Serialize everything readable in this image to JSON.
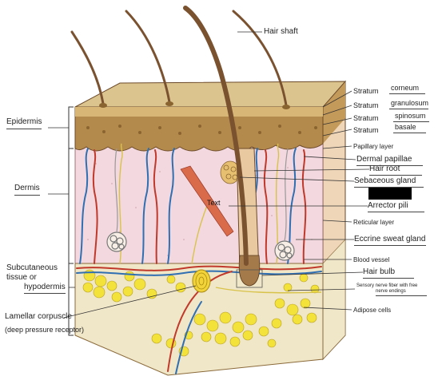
{
  "labels": {
    "hair_shaft": "Hair shaft",
    "epidermis": "Epidermis",
    "dermis": "Dermis",
    "subcutaneous_1": "Subcutaneous",
    "subcutaneous_2": "tissue or",
    "hypodermis": "hypodermis",
    "lamellar_corpuscle": "Lamellar corpuscle",
    "deep_pressure_receptor": "(deep pressure receptor)",
    "stratum_prefix": "Stratum",
    "corneum": "corneum",
    "granulosum": "granulosum",
    "spinosum": "spinosum",
    "basale": "basale",
    "papillary_layer": "Papillary layer",
    "dermal_papillae": "Dermal papillae",
    "hair_root": "Hair root",
    "sebaceous_gland": "Sebaceous gland",
    "arrector_pili": "Arrector pili",
    "reticular_layer": "Reticular layer",
    "eccrine_sweat_gland": "Eccrine sweat gland",
    "blood_vessel": "Blood vessel",
    "hair_bulb": "Hair bulb",
    "sensory_nerve_1": "Sensory nerve fiber with free",
    "sensory_nerve_2": "nerve endings",
    "adipose_cells": "Adipose cells",
    "inline_text": "Text"
  },
  "colors": {
    "epidermis_top": "#dcc48e",
    "epidermis_layer": "#b48a4c",
    "dermis": "#f3d8df",
    "hypodermis": "#f0e6c8",
    "fat": "#f2e23a",
    "artery": "#c0392b",
    "vein": "#2f6fb2",
    "nerve": "#d8c34a",
    "hair": "#7a5230"
  }
}
